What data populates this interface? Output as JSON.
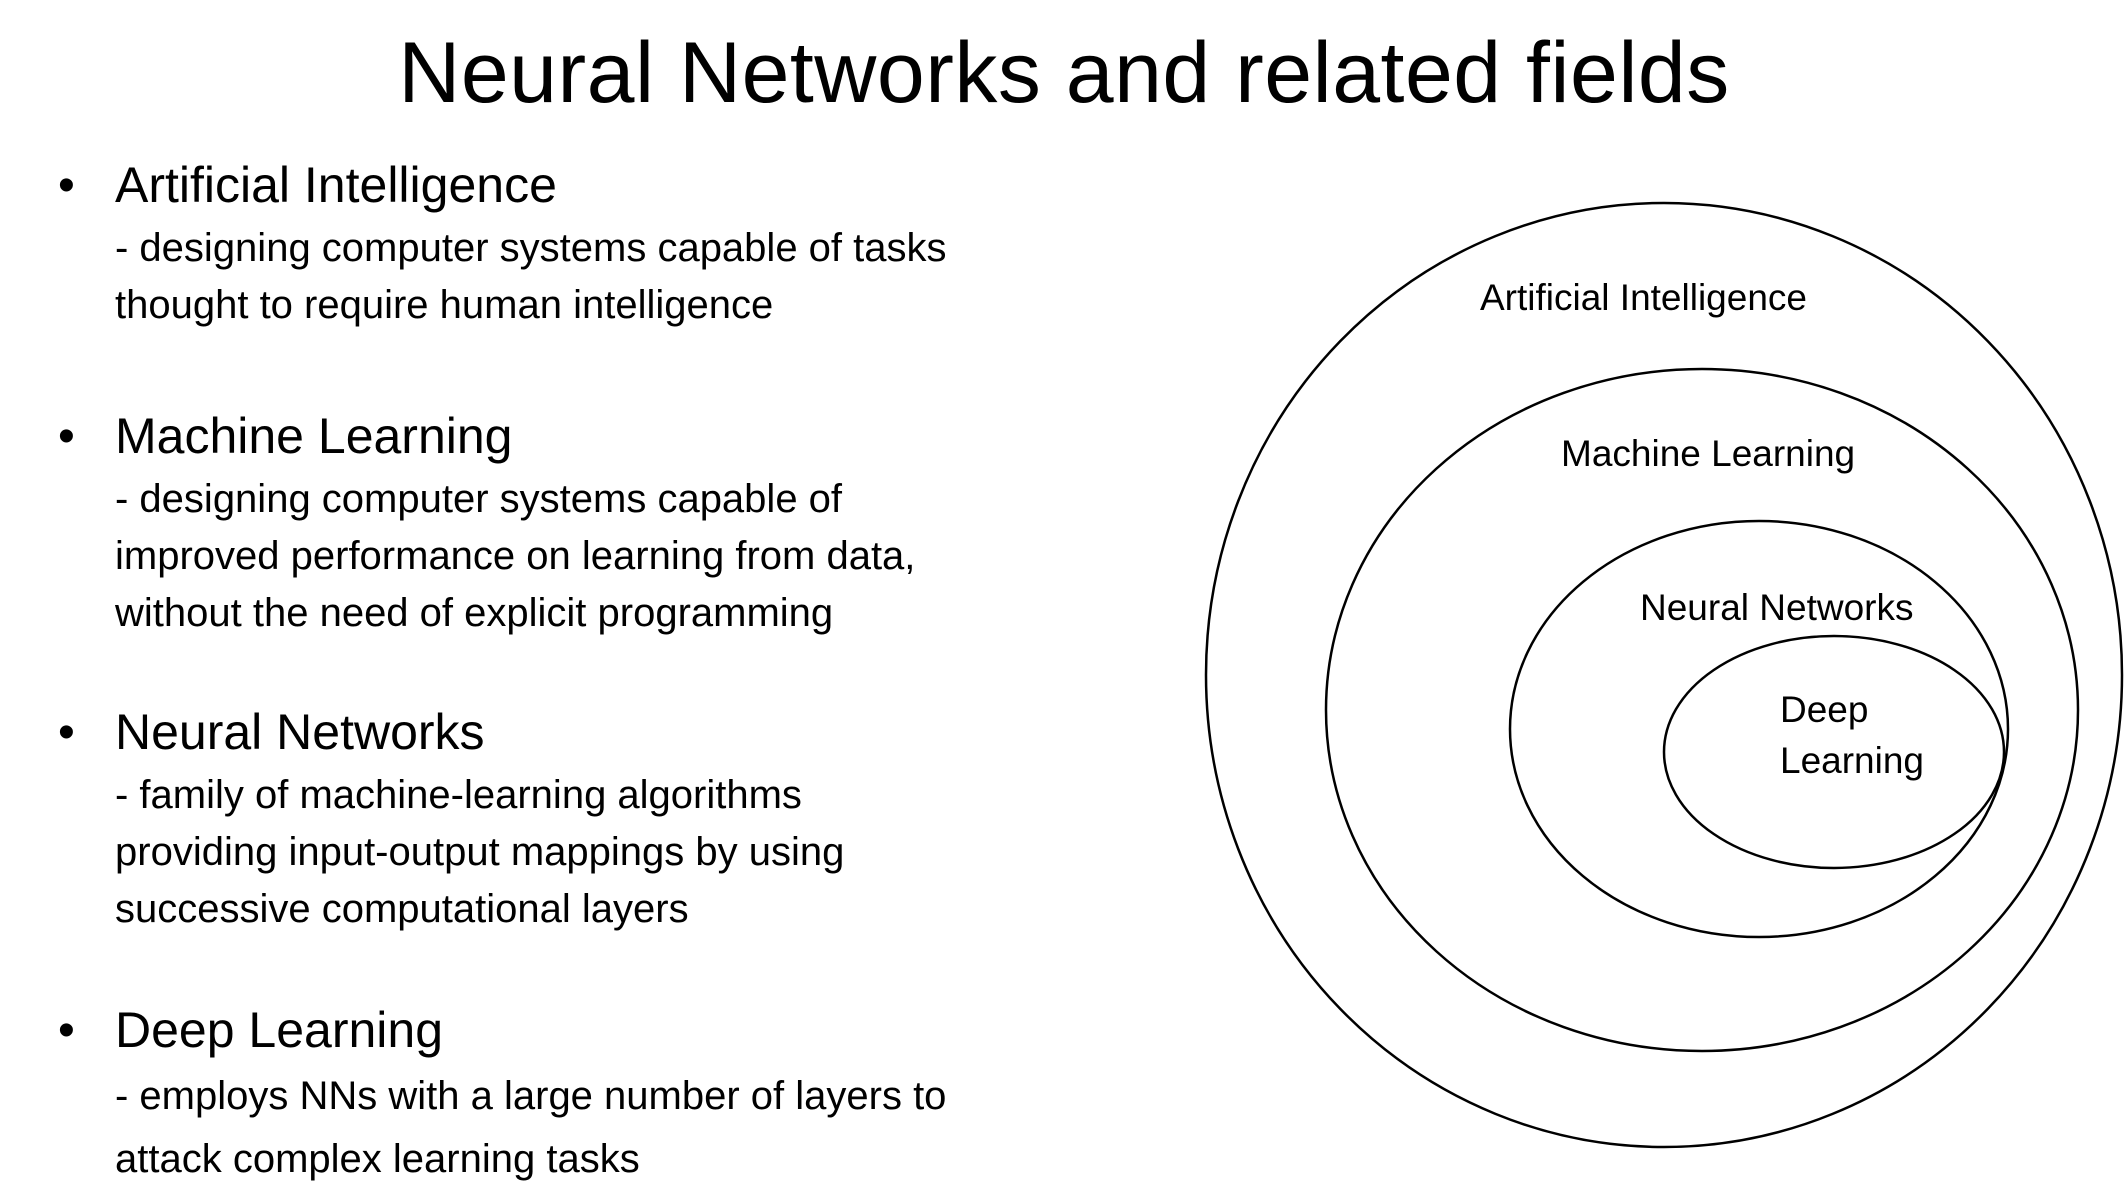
{
  "title": "Neural Networks and related fields",
  "bullets": [
    {
      "heading": "Artificial Intelligence",
      "lines": [
        "- designing computer systems capable of tasks",
        "thought to require human intelligence"
      ]
    },
    {
      "heading": "Machine Learning",
      "lines": [
        "- designing computer systems capable of",
        "improved performance on learning from data,",
        "without the need of explicit programming"
      ]
    },
    {
      "heading": "Neural Networks",
      "lines": [
        "- family of machine-learning algorithms",
        "providing input-output mappings by using",
        "successive computational layers"
      ]
    },
    {
      "heading": "Deep Learning",
      "lines": [
        "- employs NNs with a large number of layers to",
        "attack complex learning tasks"
      ]
    }
  ],
  "bullet_glyph": "•",
  "diagram": {
    "labels": {
      "ai": "Artificial Intelligence",
      "ml": "Machine Learning",
      "nn": "Neural Networks",
      "dl_line1": "Deep",
      "dl_line2": "Learning"
    }
  }
}
